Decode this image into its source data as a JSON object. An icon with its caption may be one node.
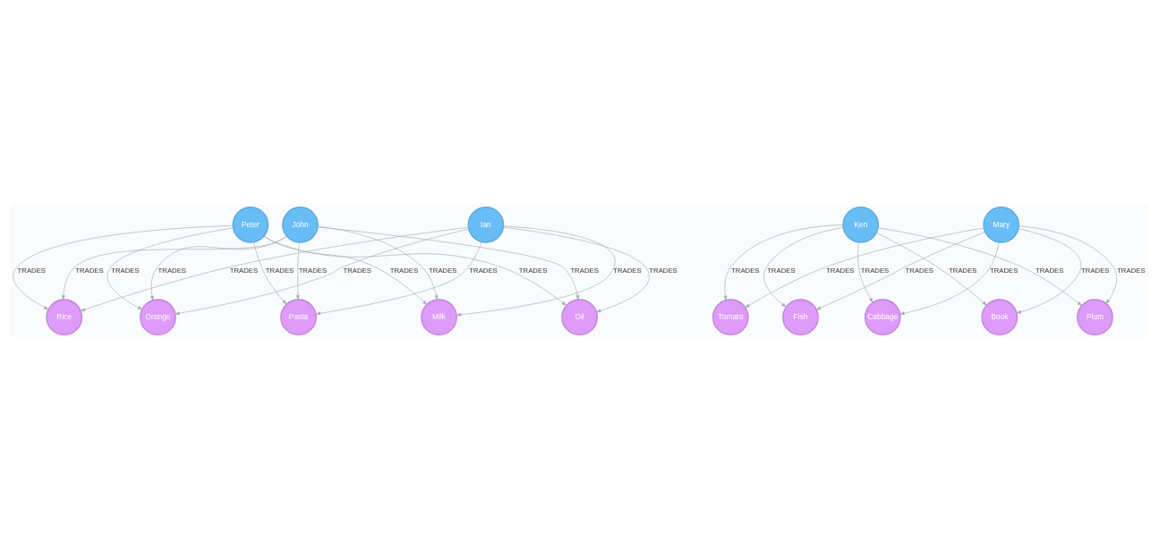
{
  "diagram": {
    "nodes": [
      {
        "text": [
          "Peter"
        ]
      },
      {
        "text": [
          "John"
        ]
      },
      {
        "text": [
          "Ian"
        ]
      },
      {
        "text": [
          "Pasta"
        ]
      },
      {
        "text": [
          "Rice"
        ]
      },
      {
        "text": [
          "Milk"
        ]
      },
      {
        "text": [
          "Orange"
        ]
      },
      {
        "text": [
          "Oil"
        ]
      },
      {
        "text": [
          "Ken"
        ]
      },
      {
        "text": [
          "Mary"
        ]
      },
      {
        "text": [
          "Fish"
        ]
      },
      {
        "text": [
          "Tomato"
        ]
      },
      {
        "text": [
          "Book"
        ]
      },
      {
        "text": [
          "Cabbage"
        ]
      },
      {
        "text": [
          "Plum"
        ]
      }
    ],
    "edges": [
      {
        "from": 0,
        "to": 3,
        "arrow": "to",
        "label": "TRADES"
      },
      {
        "from": 0,
        "to": 4,
        "arrow": "to",
        "label": "TRADES"
      },
      {
        "from": 0,
        "to": 5,
        "arrow": "to",
        "label": "TRADES"
      },
      {
        "from": 0,
        "to": 6,
        "arrow": "to",
        "label": "TRADES"
      },
      {
        "from": 0,
        "to": 7,
        "arrow": "to",
        "label": "TRADES"
      },
      {
        "from": 1,
        "to": 3,
        "arrow": "to",
        "label": "TRADES"
      },
      {
        "from": 1,
        "to": 4,
        "arrow": "to",
        "label": "TRADES"
      },
      {
        "from": 1,
        "to": 5,
        "arrow": "to",
        "label": "TRADES"
      },
      {
        "from": 1,
        "to": 6,
        "arrow": "to",
        "label": "TRADES"
      },
      {
        "from": 1,
        "to": 7,
        "arrow": "to",
        "label": "TRADES"
      },
      {
        "from": 2,
        "to": 3,
        "arrow": "to",
        "label": "TRADES"
      },
      {
        "from": 2,
        "to": 4,
        "arrow": "to",
        "label": "TRADES"
      },
      {
        "from": 2,
        "to": 5,
        "arrow": "to",
        "label": "TRADES"
      },
      {
        "from": 2,
        "to": 6,
        "arrow": "to",
        "label": "TRADES"
      },
      {
        "from": 2,
        "to": 7,
        "arrow": "to",
        "label": "TRADES"
      },
      {
        "from": 8,
        "to": 10,
        "arrow": "to",
        "label": "TRADES"
      },
      {
        "from": 8,
        "to": 11,
        "arrow": "to",
        "label": "TRADES"
      },
      {
        "from": 8,
        "to": 12,
        "arrow": "to",
        "label": "TRADES"
      },
      {
        "from": 8,
        "to": 13,
        "arrow": "to",
        "label": "TRADES"
      },
      {
        "from": 8,
        "to": 14,
        "arrow": "to",
        "label": "TRADES"
      },
      {
        "from": 9,
        "to": 10,
        "arrow": "to",
        "label": "TRADES"
      },
      {
        "from": 9,
        "to": 11,
        "arrow": "to",
        "label": "TRADES"
      },
      {
        "from": 9,
        "to": 12,
        "arrow": "to",
        "label": "TRADES"
      },
      {
        "from": 9,
        "to": 13,
        "arrow": "to",
        "label": "TRADES"
      },
      {
        "from": 9,
        "to": 14,
        "arrow": "to",
        "label": "TRADES"
      }
    ]
  }
}
